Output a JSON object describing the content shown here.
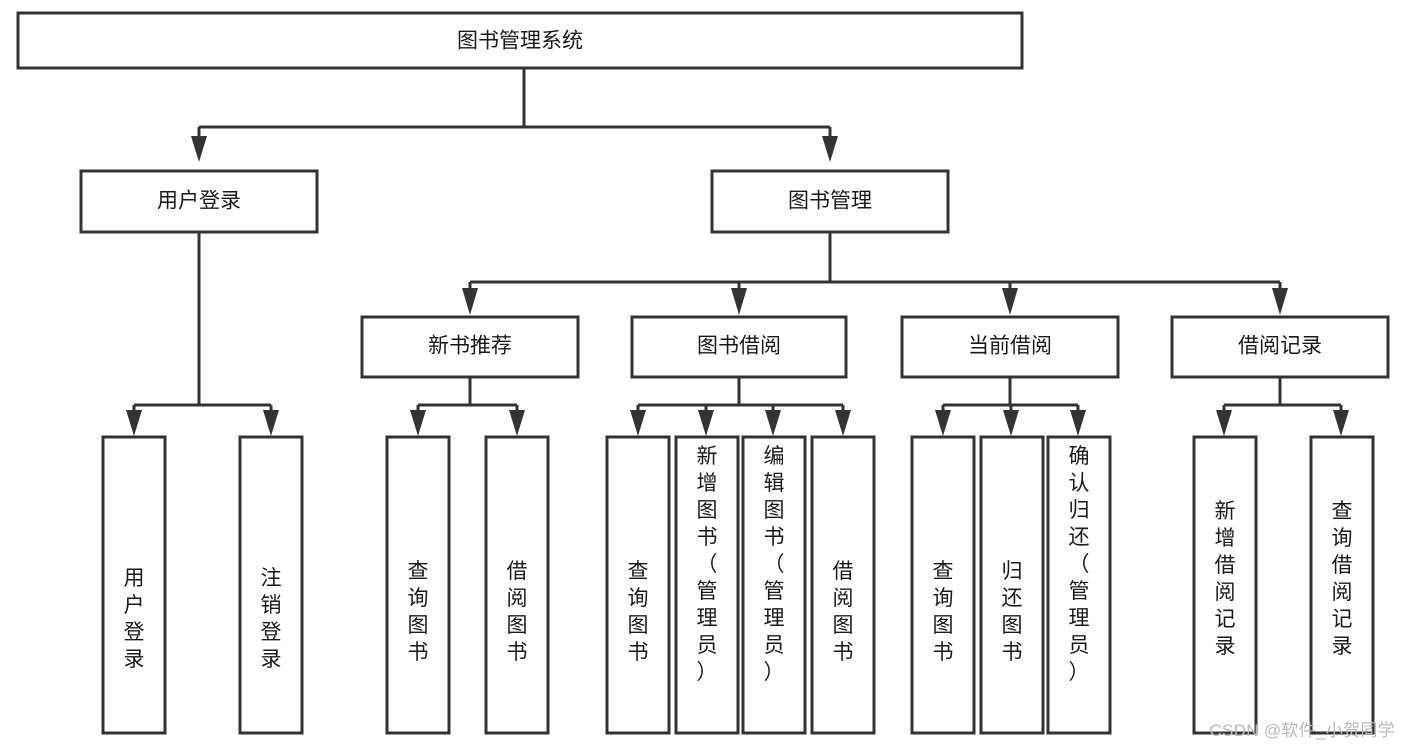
{
  "diagram": {
    "title": "图书管理系统",
    "type": "hierarchy-tree",
    "orientation": "top-down",
    "colors": {
      "box_fill": "#ffffff",
      "box_stroke": "#333333",
      "text": "#1a1a1a",
      "background": "#ffffff",
      "watermark": "#b9b9b9"
    },
    "root": {
      "label": "图书管理系统"
    },
    "level2": [
      {
        "label": "用户登录"
      },
      {
        "label": "图书管理"
      }
    ],
    "level3": [
      {
        "label": "新书推荐"
      },
      {
        "label": "图书借阅"
      },
      {
        "label": "当前借阅"
      },
      {
        "label": "借阅记录"
      }
    ],
    "leaves": {
      "user_login": [
        {
          "label": "用户登录"
        },
        {
          "label": "注销登录"
        }
      ],
      "new_book_recommend": [
        {
          "label": "查询图书"
        },
        {
          "label": "借阅图书"
        }
      ],
      "book_borrow": [
        {
          "label": "查询图书"
        },
        {
          "label": "新增图书（管理员）"
        },
        {
          "label": "编辑图书（管理员）"
        },
        {
          "label": "借阅图书"
        }
      ],
      "current_borrow": [
        {
          "label": "查询图书"
        },
        {
          "label": "归还图书"
        },
        {
          "label": "确认归还（管理员）"
        }
      ],
      "borrow_record": [
        {
          "label": "新增借阅记录"
        },
        {
          "label": "查询借阅记录"
        }
      ]
    }
  },
  "watermark": {
    "text": "CSDN @软件_小贺同学"
  }
}
